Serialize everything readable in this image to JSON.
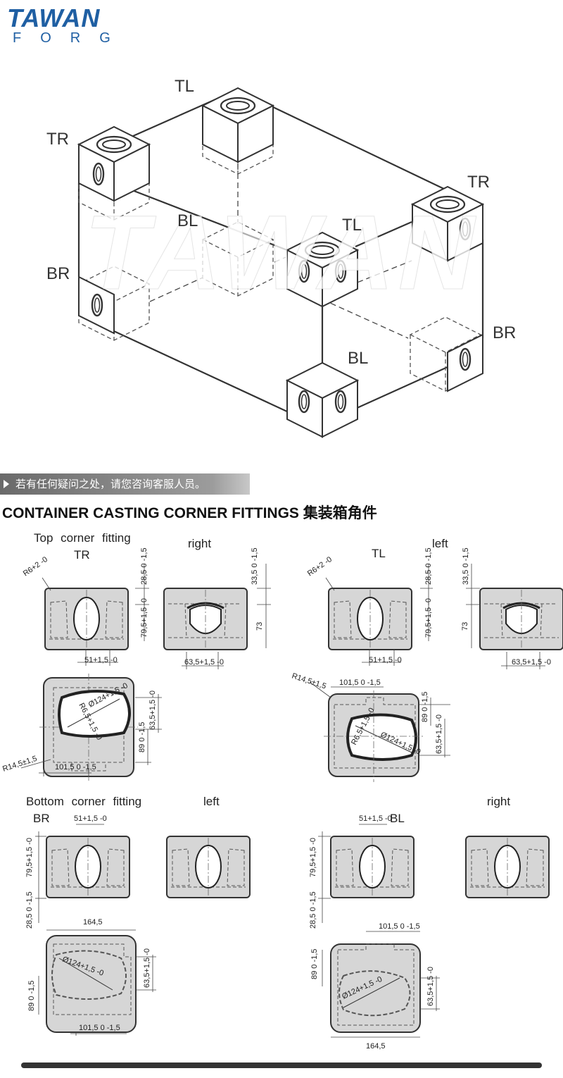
{
  "brand": {
    "logo_top": "TAWAN",
    "logo_bottom": "FORG",
    "watermark": "TAWAN"
  },
  "iso_labels": {
    "tl_top": "TL",
    "tr_left": "TR",
    "tr_right": "TR",
    "tl_mid": "TL",
    "bl_mid": "BL",
    "br_left": "BR",
    "br_right": "BR",
    "bl_bottom": "BL"
  },
  "notice": "若有任何疑问之处，请您咨询客服人员。",
  "heading": "CONTAINER CASTING CORNER FITTINGS 集装箱角件",
  "sections": {
    "top_title": "Top corner fitting",
    "top_tr": "TR",
    "top_right": "right",
    "top_tl": "TL",
    "top_left": "left",
    "bottom_title": "Bottom corner fitting",
    "bottom_br": "BR",
    "bottom_left": "left",
    "bottom_bl": "BL",
    "bottom_right": "right"
  },
  "dims": {
    "r6": "R6+2 -0",
    "h28": "28,5 0 -1,5",
    "h33": "33,5 0 -1,5",
    "h79": "79,5+1,5 -0",
    "w51": "51+1,5 -0",
    "w63": "63,5+1,5 -0",
    "h73": "73",
    "r14": "R14,5±1,5",
    "w101": "101,5 0 -1,5",
    "d124": "Ø124+1,5 -0",
    "r65": "R6,5+1,5 -0",
    "h63": "63,5+1,5 -0",
    "h89": "89 0 -1,5",
    "w164": "164,5"
  }
}
